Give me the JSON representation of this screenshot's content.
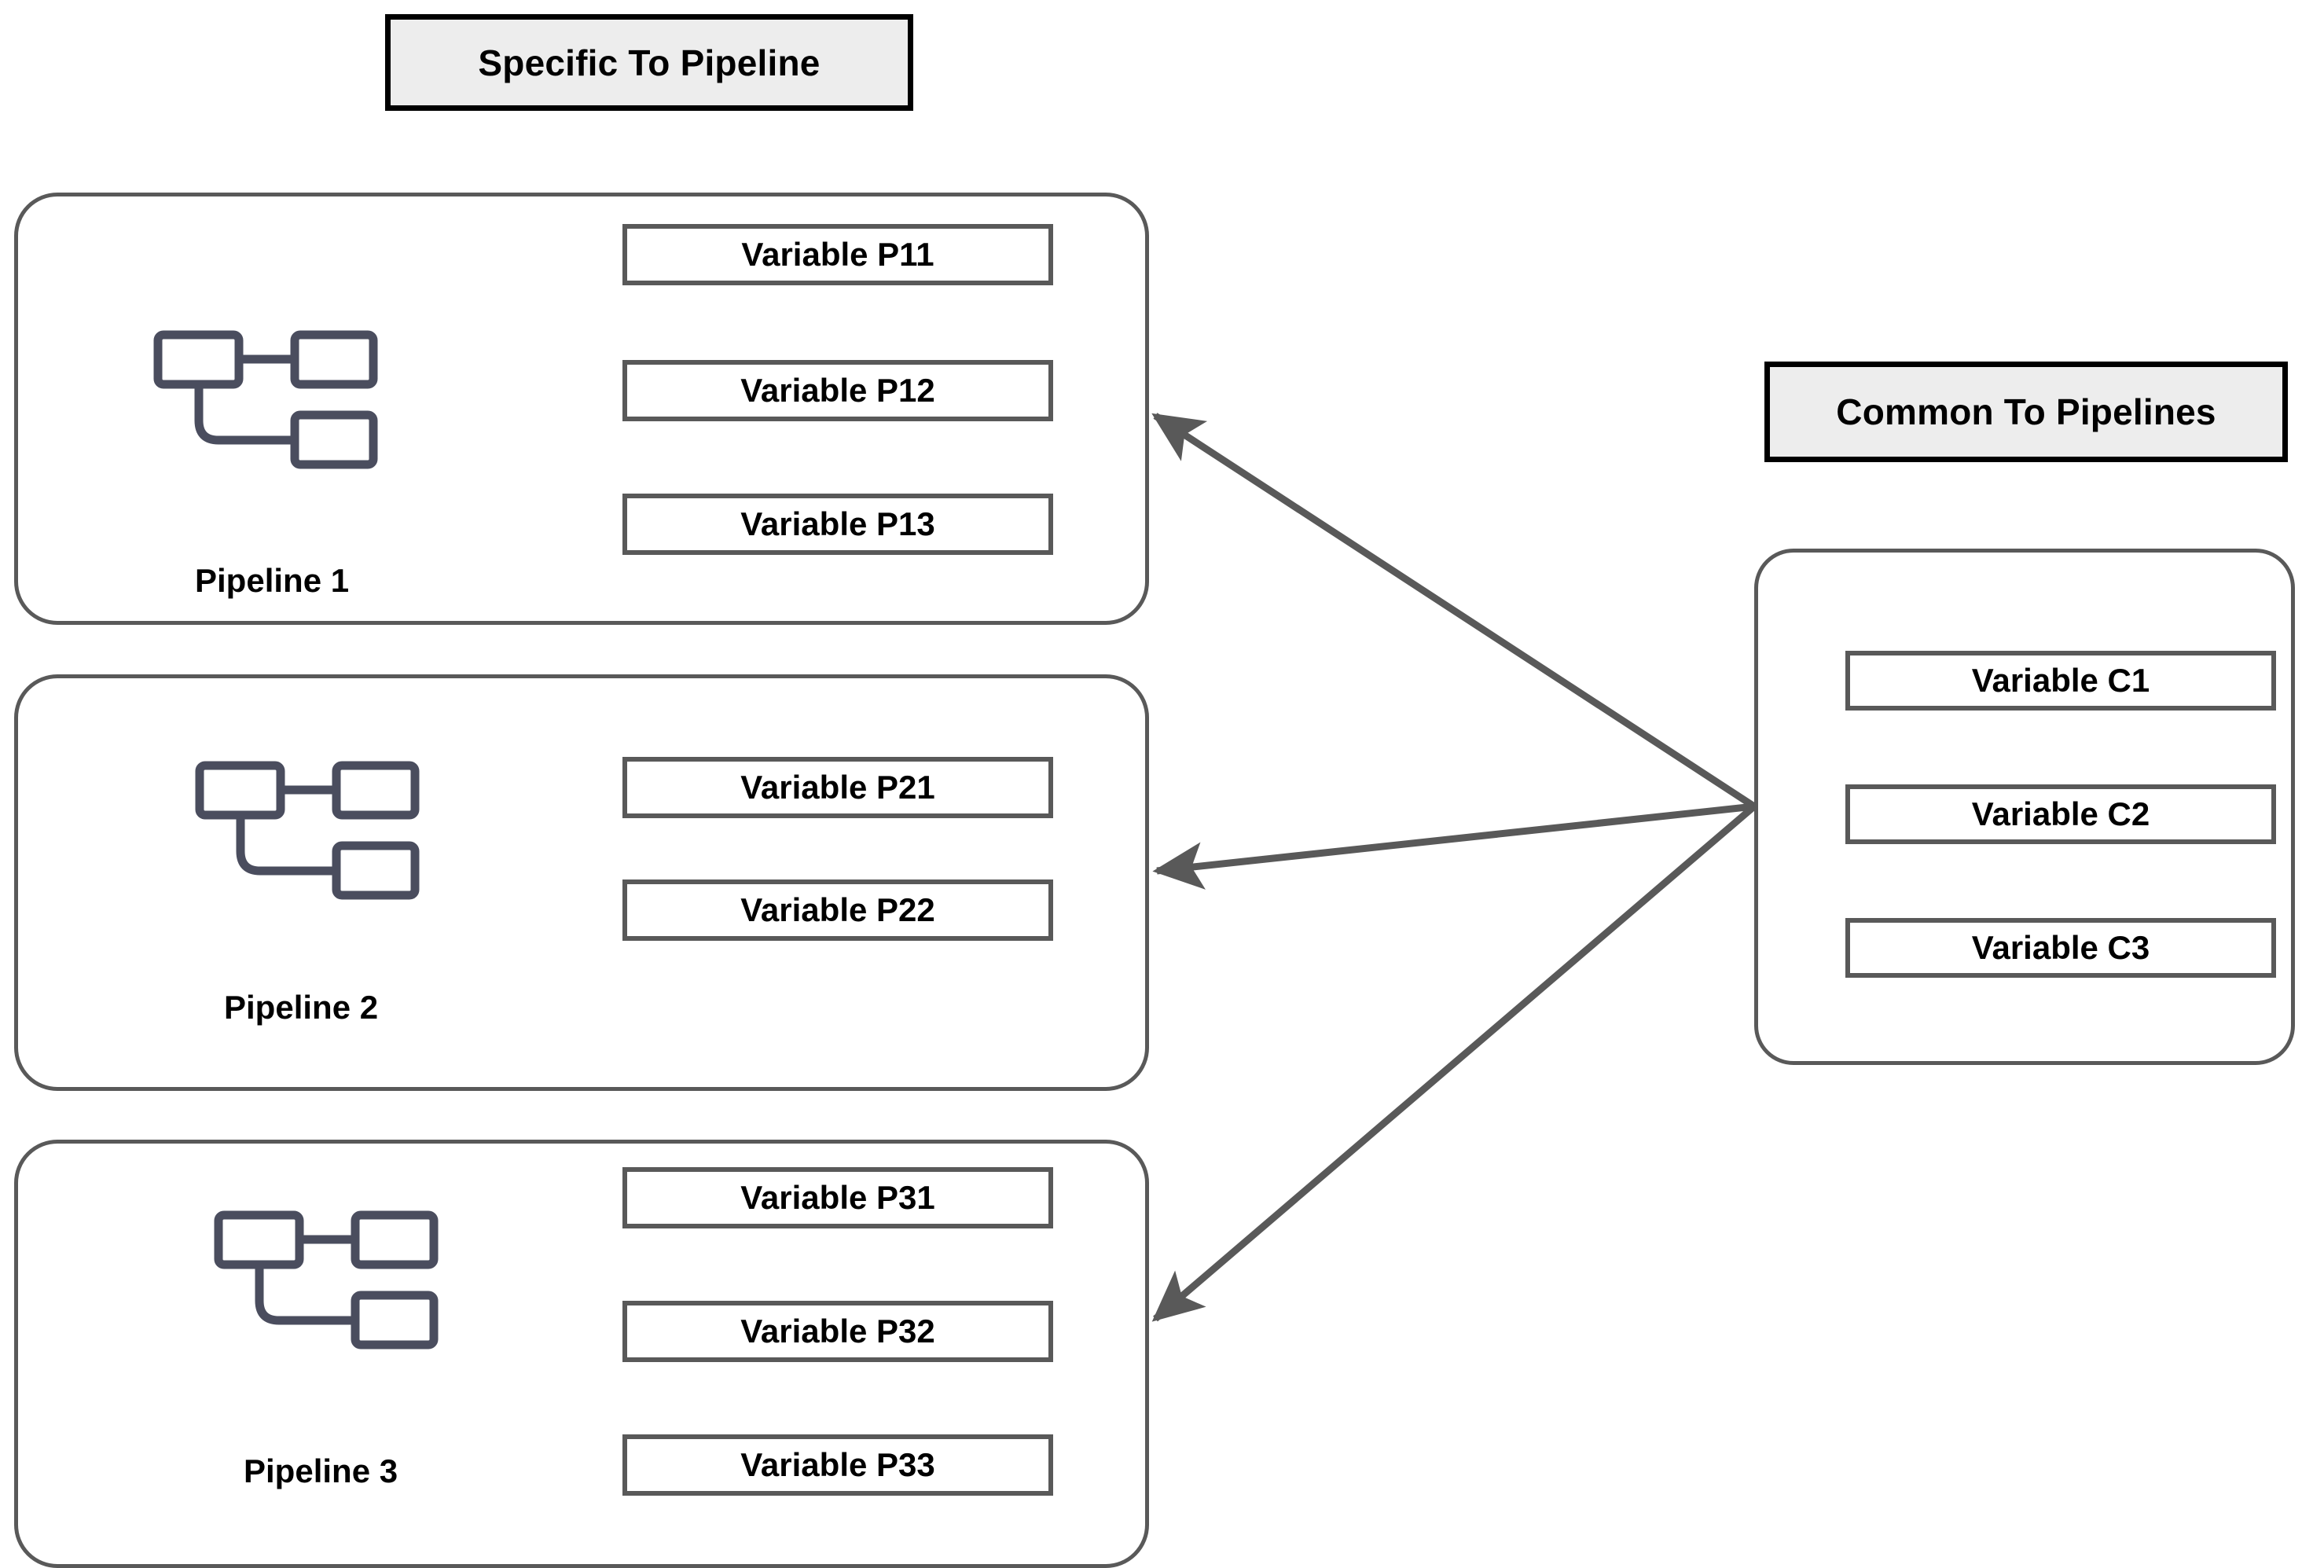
{
  "headers": {
    "specific": "Specific To Pipeline",
    "common": "Common To Pipelines"
  },
  "pipelines": [
    {
      "id": "pipeline-1",
      "label": "Pipeline 1",
      "icon": "pipeline-nodes-icon",
      "variables": [
        "Variable P11",
        "Variable P12",
        "Variable P13"
      ]
    },
    {
      "id": "pipeline-2",
      "label": "Pipeline 2",
      "icon": "pipeline-nodes-icon",
      "variables": [
        "Variable P21",
        "Variable P22"
      ]
    },
    {
      "id": "pipeline-3",
      "label": "Pipeline 3",
      "icon": "pipeline-nodes-icon",
      "variables": [
        "Variable P31",
        "Variable P32",
        "Variable P33"
      ]
    }
  ],
  "common": {
    "variables": [
      "Variable C1",
      "Variable C2",
      "Variable C3"
    ]
  },
  "arrows": [
    {
      "name": "arrow-common-to-pipeline-1",
      "from": "common-panel",
      "to": "pipeline-1"
    },
    {
      "name": "arrow-common-to-pipeline-2",
      "from": "common-panel",
      "to": "pipeline-2"
    },
    {
      "name": "arrow-common-to-pipeline-3",
      "from": "common-panel",
      "to": "pipeline-3"
    }
  ],
  "colors": {
    "card_border": "#595959",
    "box_border": "#595959",
    "banner_border": "#000000",
    "banner_fill": "#ededed",
    "icon": "#4a4d5e",
    "arrow": "#595959",
    "text": "#000000",
    "background": "#ffffff"
  }
}
